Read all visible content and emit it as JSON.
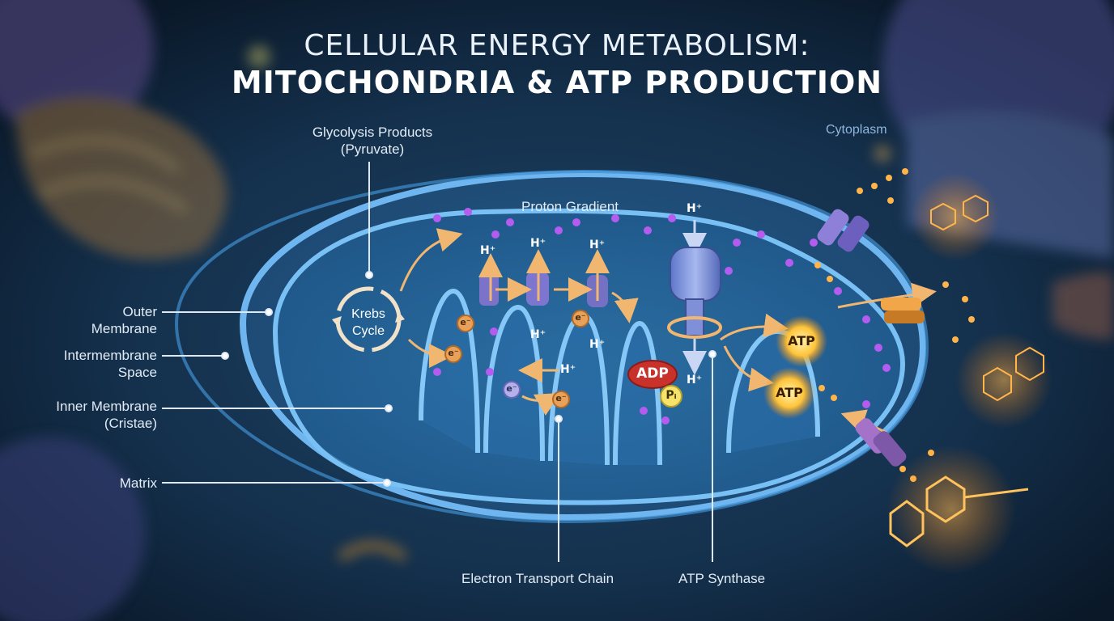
{
  "title": {
    "line1": "CELLULAR ENERGY METABOLISM:",
    "line2": "MITOCHONDRIA & ATP PRODUCTION"
  },
  "labels": {
    "glycolysis_line1": "Glycolysis Products",
    "glycolysis_line2": "(Pyruvate)",
    "cytoplasm": "Cytoplasm",
    "proton_gradient": "Proton Gradient",
    "outer_membrane_line1": "Outer",
    "outer_membrane_line2": "Membrane",
    "intermembrane_line1": "Intermembrane",
    "intermembrane_line2": "Space",
    "inner_membrane_line1": "Inner Membrane",
    "inner_membrane_line2": "(Cristae)",
    "matrix": "Matrix",
    "electron_transport_chain": "Electron Transport Chain",
    "atp_synthase": "ATP Synthase",
    "krebs_line1": "Krebs",
    "krebs_line2": "Cycle"
  },
  "markers": {
    "proton": "H⁺",
    "electron": "e⁻",
    "adp": "ADP",
    "phosphate": "Pᵢ",
    "atp": "ATP"
  },
  "colors": {
    "background": "#0f2236",
    "membrane": "#5aa8e8",
    "proton_dot": "#b45cf0",
    "atp_glow": "#ffb02e",
    "electron": "#e8a15a",
    "adp_red": "#c8322b"
  }
}
